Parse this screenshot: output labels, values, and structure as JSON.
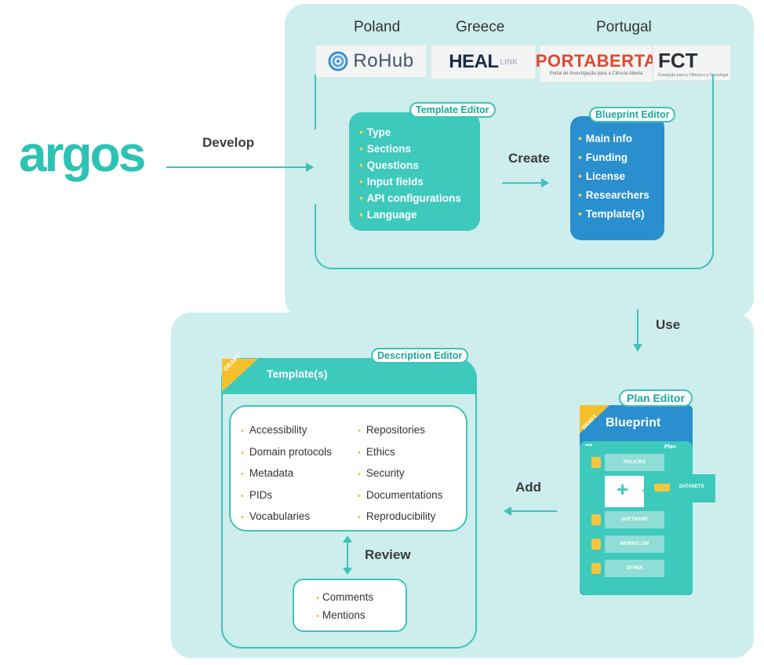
{
  "countries": [
    "Poland",
    "Greece",
    "Portugal"
  ],
  "logos": {
    "rohub": "RoHub",
    "heal": "HEAL",
    "heal_suffix": "LINK",
    "portaberta": "PORTABERTA",
    "portaberta_sub": "Portal de Investigação para a Ciência Aberta",
    "fct": "FCT",
    "fct_sub": "Fundação para a Ciência e a Tecnologia"
  },
  "argos": "argos",
  "edges": {
    "develop": "Develop",
    "create": "Create",
    "use": "Use",
    "add": "Add",
    "review": "Review"
  },
  "template_editor": {
    "label": "Template Editor",
    "items": [
      "Type",
      "Sections",
      "Questions",
      "Input fields",
      "API configurations",
      "Language"
    ]
  },
  "blueprint_editor": {
    "label": "Blueprint Editor",
    "items": [
      "Main info",
      "Funding",
      "License",
      "Researchers",
      "Template(s)"
    ]
  },
  "description_editor": {
    "label": "Description Editor",
    "draft": "DRAFT",
    "title": "Template(s)",
    "col1": [
      "Accessibility",
      "Domain protocols",
      "Metadata",
      "PIDs",
      "Vocabularies"
    ],
    "col2": [
      "Repositories",
      "Ethics",
      "Security",
      "Documentations",
      "Reproducibility"
    ],
    "review_items": [
      "Comments",
      "Mentions"
    ]
  },
  "plan_editor": {
    "label": "Plan Editor",
    "draft": "DRAFT",
    "title": "Blueprint",
    "tab": "Plan",
    "dots": "•••",
    "rows": [
      "POLICIES",
      "SOFTWARE",
      "WORKFLOW",
      "OTHER"
    ],
    "add_symbol": "+",
    "datasets": "DATASETS"
  },
  "colors": {
    "teal": "#3ec9bd",
    "panel": "#cdeeed",
    "blue": "#2a8fcf",
    "bullet": "#f5d04a"
  }
}
